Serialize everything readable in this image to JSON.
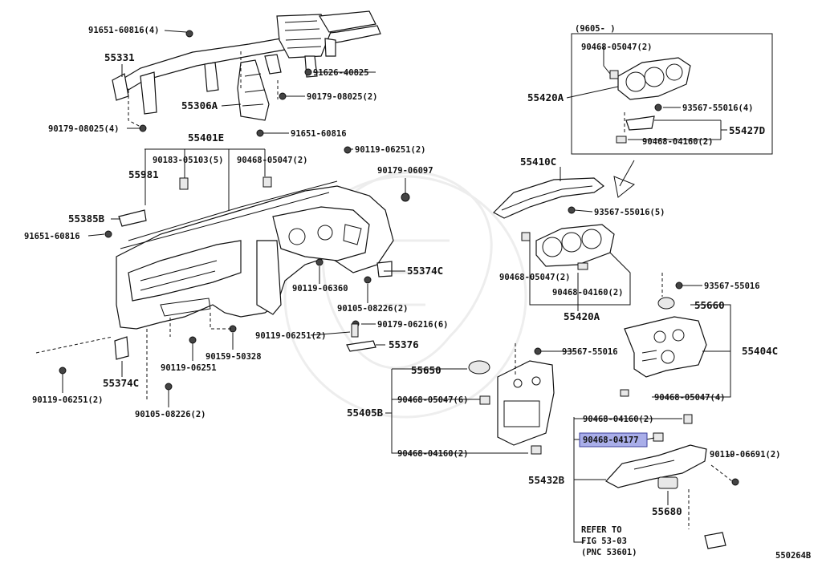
{
  "diagram_id": "550264B",
  "highlighted_part": "90468-04177",
  "parts": {
    "p91651_60816_4": "91651-60816(4)",
    "p55331": "55331",
    "p91626_40825": "91626-40825",
    "p90179_08025_2": "90179-08025(2)",
    "p55306A": "55306A",
    "p90179_08025_4": "90179-08025(4)",
    "p91651_60816_a": "91651-60816",
    "p55401E": "55401E",
    "p90183_05103_5": "90183-05103(5)",
    "p90468_05047_2a": "90468-05047(2)",
    "p90119_06251_2a": "90119-06251(2)",
    "p55981": "55981",
    "p90179_06097": "90179-06097",
    "p55385B": "55385B",
    "p91651_60816_b": "91651-60816",
    "p55374C_a": "55374C",
    "p90119_06360": "90119-06360",
    "p90105_08226_2a": "90105-08226(2)",
    "p90119_06251_2b": "90119-06251(2)",
    "p90179_06216_6": "90179-06216(6)",
    "p55376": "55376",
    "p90159_50328": "90159-50328",
    "p90119_06251": "90119-06251",
    "p55374C_b": "55374C",
    "p90119_06251_2c": "90119-06251(2)",
    "p90105_08226_2b": "90105-08226(2)",
    "p9605": "(9605-    )",
    "p90468_05047_2b": "90468-05047(2)",
    "p55420A_a": "55420A",
    "p93567_55016_4": "93567-55016(4)",
    "p55427D": "55427D",
    "p90468_04160_2a": "90468-04160(2)",
    "p55410C": "55410C",
    "p93567_55016_5": "93567-55016(5)",
    "p90468_05047_2c": "90468-05047(2)",
    "p90468_04160_2b": "90468-04160(2)",
    "p55420A_b": "55420A",
    "p93567_55016_a": "93567-55016",
    "p55660": "55660",
    "p93567_55016_b": "93567-55016",
    "p55404C": "55404C",
    "p90468_05047_4": "90468-05047(4)",
    "p55650": "55650",
    "p90468_05047_6": "90468-05047(6)",
    "p55405B": "55405B",
    "p90468_04160_2c": "90468-04160(2)",
    "p90468_04160_2d": "90468-04160(2)",
    "p90468_04177": "90468-04177",
    "p90119_06691_2": "90119-06691(2)",
    "p55432B": "55432B",
    "p55680": "55680",
    "refer1": "REFER TO",
    "refer2": "FIG 53-03",
    "refer3": "(PNC 53601)"
  }
}
